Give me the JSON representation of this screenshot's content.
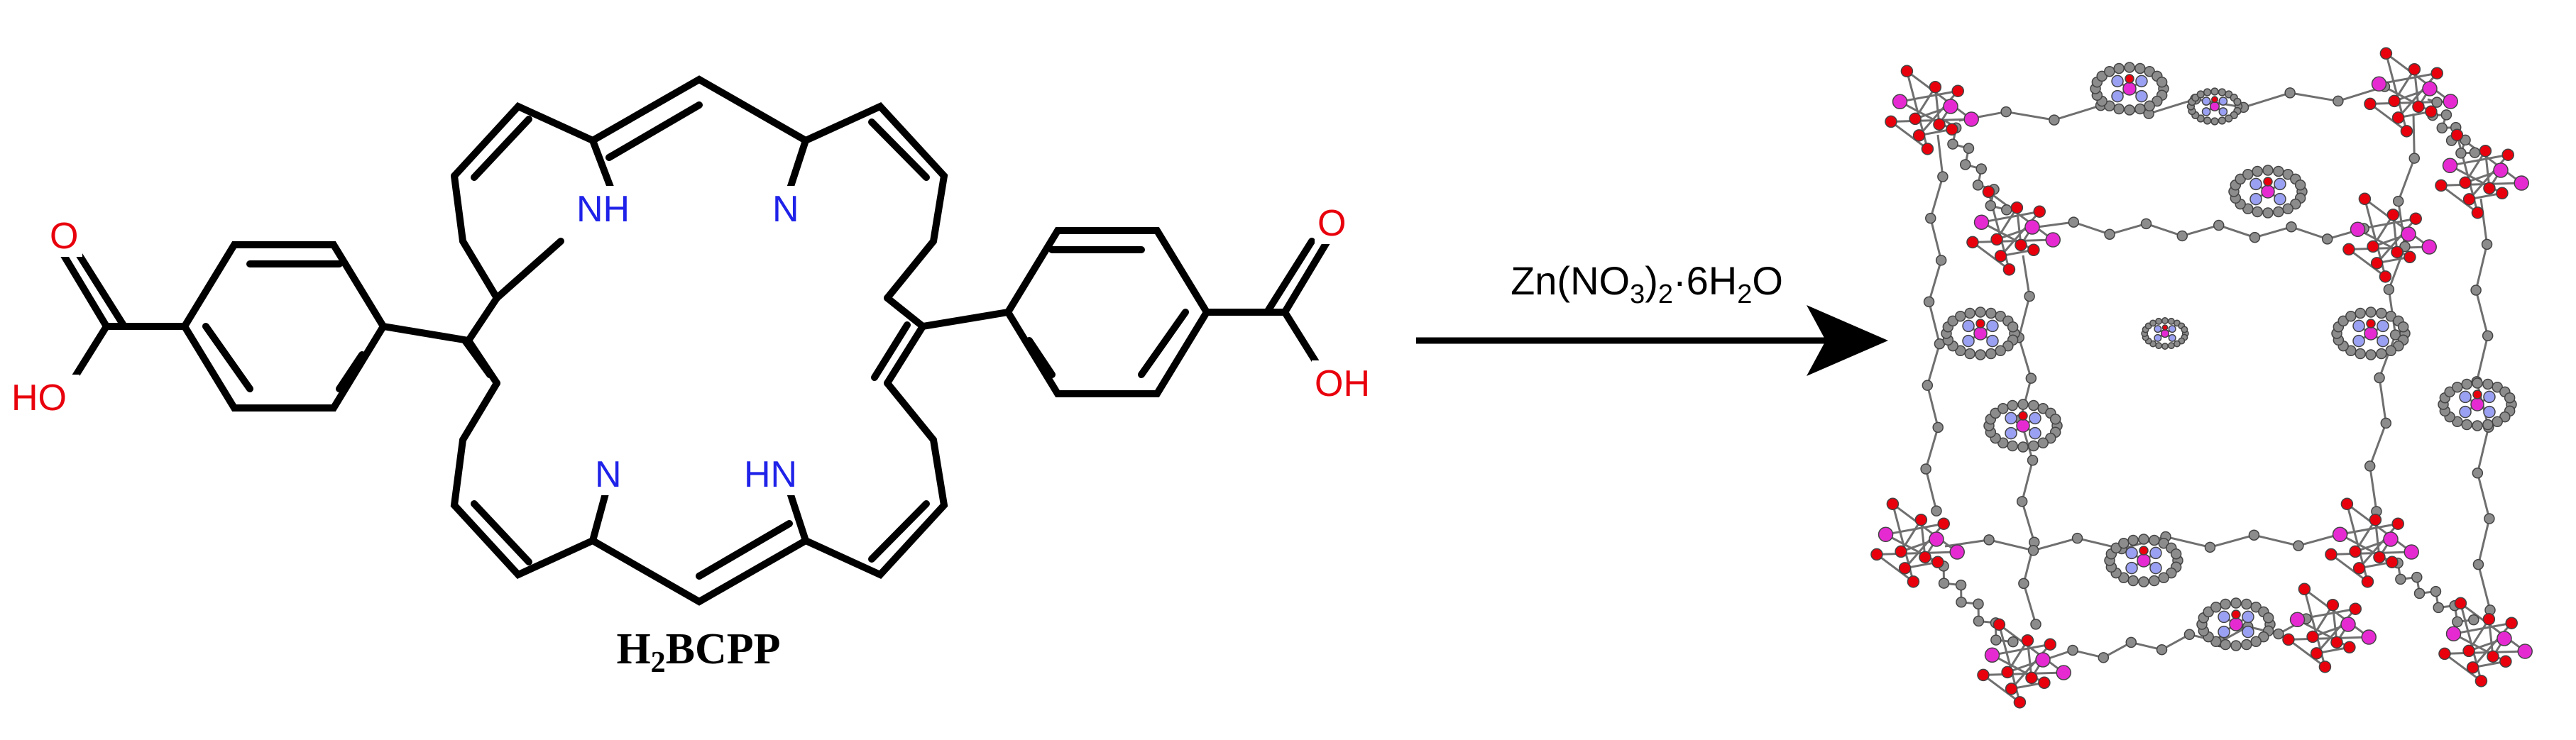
{
  "molecule": {
    "name_main": "H",
    "name_sub": "2",
    "name_rest": "BCPP",
    "atoms": {
      "nh_top": "NH",
      "n_top": "N",
      "n_bottom": "N",
      "hn_bottom": "HN",
      "o_left": "O",
      "ho_left": "HO",
      "o_right": "O",
      "oh_right": "OH"
    }
  },
  "reaction": {
    "reagent_a": "Zn(NO",
    "reagent_sub1": "3",
    "reagent_b": ")",
    "reagent_sub2": "2",
    "reagent_c": "·6H",
    "reagent_sub3": "2",
    "reagent_d": "O"
  },
  "colors": {
    "carbon": "#8c8c8c",
    "oxygen": "#e8000c",
    "zinc": "#e62ad2",
    "nitrogen": "#9aa0f2",
    "heteroatom_label_n": "#1f22e8",
    "heteroatom_label_o": "#e8000c"
  }
}
